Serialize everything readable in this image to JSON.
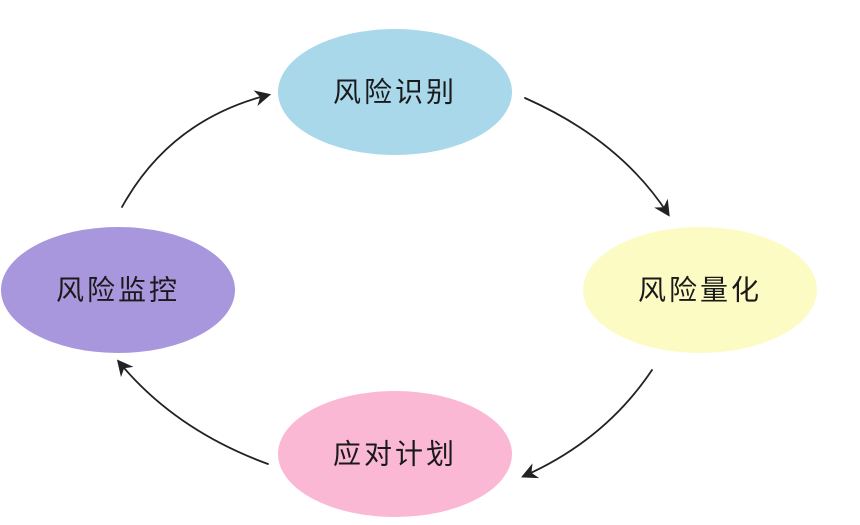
{
  "diagram": {
    "type": "cycle",
    "nodes": [
      {
        "id": "identify",
        "label": "风险识别",
        "color": "#a8d8ea"
      },
      {
        "id": "quantify",
        "label": "风险量化",
        "color": "#fdfbc4"
      },
      {
        "id": "plan",
        "label": "应对计划",
        "color": "#fbb8d4"
      },
      {
        "id": "monitor",
        "label": "风险监控",
        "color": "#a997dd"
      }
    ],
    "edges": [
      {
        "from": "identify",
        "to": "quantify"
      },
      {
        "from": "quantify",
        "to": "plan"
      },
      {
        "from": "plan",
        "to": "monitor"
      },
      {
        "from": "monitor",
        "to": "identify"
      }
    ]
  }
}
